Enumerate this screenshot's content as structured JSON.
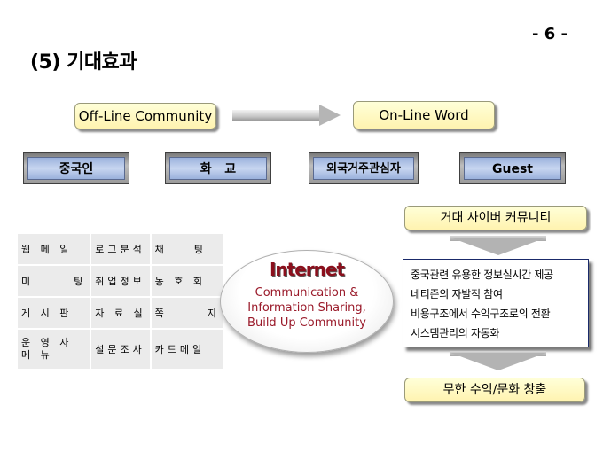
{
  "page_number": "- 6 -",
  "title": "(5) 기대효과",
  "flow": {
    "from": "Off-Line Community",
    "to": "On-Line Word"
  },
  "stakeholders": [
    "중국인",
    "화   교",
    "외국거주관심자",
    "Guest"
  ],
  "features": [
    [
      "웹 메 일",
      "로그분석",
      "채    팅"
    ],
    [
      "미      팅",
      "취업정보",
      "동 호 회"
    ],
    [
      "게 시 판",
      "자 료 실",
      "쪽      지"
    ],
    [
      "운 영 자 메 뉴",
      "설문조사",
      "카드메일"
    ]
  ],
  "internet": {
    "title": "Internet",
    "lines": [
      "Communication &",
      "Information Sharing,",
      "Build Up Community"
    ]
  },
  "cyber_community": "거대 사이버 커뮤니티",
  "benefits": [
    "중국관련 유용한 정보실시간 제공",
    "네티즌의 자발적 참여",
    "비용구조에서 수익구조로의 전환",
    "시스템관리의 자동화"
  ],
  "result": "무한 수익/문화 창출"
}
